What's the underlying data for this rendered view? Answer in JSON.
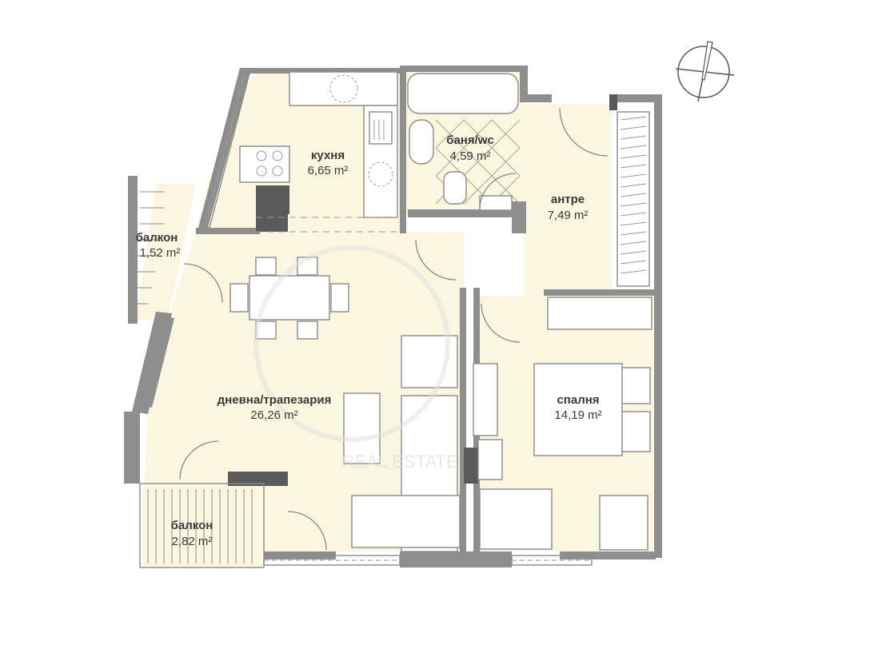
{
  "plan": {
    "title": "Apartment floor plan",
    "compass": {
      "icon": "north-arrow-icon"
    },
    "rooms": [
      {
        "id": "kitchen",
        "name": "кухня",
        "area": "6,65 m²"
      },
      {
        "id": "bathroom",
        "name": "баня/wc",
        "area": "4,59 m²"
      },
      {
        "id": "hallway",
        "name": "антре",
        "area": "7,49 m²"
      },
      {
        "id": "balcony-1",
        "name": "балкон",
        "area": "1,52 m²"
      },
      {
        "id": "living",
        "name": "дневна/трапезария",
        "area": "26,26 m²"
      },
      {
        "id": "bedroom",
        "name": "спалня",
        "area": "14,19 m²"
      },
      {
        "id": "balcony-2",
        "name": "балкон",
        "area": "2,82 m²"
      }
    ],
    "watermark": {
      "text": "REAL ESTATE"
    }
  }
}
